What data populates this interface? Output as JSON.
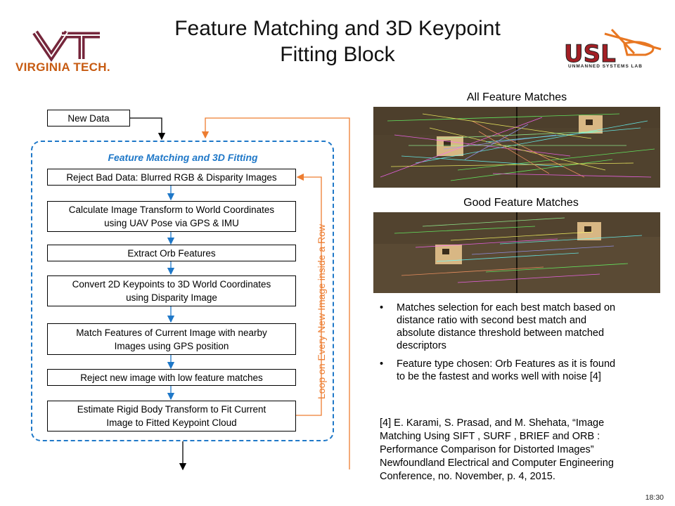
{
  "slide": {
    "title_line1": "Feature Matching and 3D Keypoint",
    "title_line2": "Fitting Block",
    "timestamp": "18:30"
  },
  "logos": {
    "left": {
      "text": "VIRGINIA TECH.",
      "mark": "VT",
      "color": "#75263b",
      "text_color": "#c75b12"
    },
    "right": {
      "mark": "USL",
      "subtitle": "UNMANNED SYSTEMS LAB",
      "color": "#a31f25",
      "accent": "#e87722"
    }
  },
  "flowchart": {
    "input_box": "New Data",
    "group_label": "Feature Matching and 3D Fitting",
    "loop_label": "Loop on Every New Image inside a Row",
    "steps": [
      {
        "line1": "Reject Bad Data: Blurred RGB & Disparity Images",
        "line2": ""
      },
      {
        "line1": "Calculate Image Transform to World Coordinates",
        "line2": "using UAV Pose via GPS & IMU"
      },
      {
        "line1": "Extract Orb Features",
        "line2": ""
      },
      {
        "line1": "Convert 2D Keypoints to 3D World Coordinates",
        "line2": "using Disparity Image"
      },
      {
        "line1": "Match Features of Current Image with nearby",
        "line2": "Images using GPS position"
      },
      {
        "line1": "Reject new image with low feature matches",
        "line2": ""
      },
      {
        "line1": "Estimate Rigid Body Transform to Fit Current",
        "line2": "Image to Fitted Keypoint Cloud"
      }
    ],
    "colors": {
      "group": "#1f78c8",
      "loop": "#ed7d31",
      "arrow": "#1f78c8"
    }
  },
  "images": {
    "all_title": "All Feature Matches",
    "good_title": "Good Feature Matches"
  },
  "bullets": [
    {
      "line1": "Matches selection for each best match based on",
      "line2": "distance ratio with second best match and",
      "line3": "absolute distance threshold between matched",
      "line4": "descriptors"
    },
    {
      "line1": "Feature type chosen: Orb Features as it is found",
      "line2": "to be the fastest and works well with noise [4]",
      "line3": "",
      "line4": ""
    }
  ],
  "reference": {
    "line1": "[4] E. Karami, S. Prasad, and M. Shehata, “Image",
    "line2": "Matching Using SIFT , SURF , BRIEF and ORB :",
    "line3": "Performance Comparison for Distorted Images”",
    "line4": "Newfoundland Electrical and Computer Engineering",
    "line5": "Conference, no. November, p. 4, 2015."
  }
}
